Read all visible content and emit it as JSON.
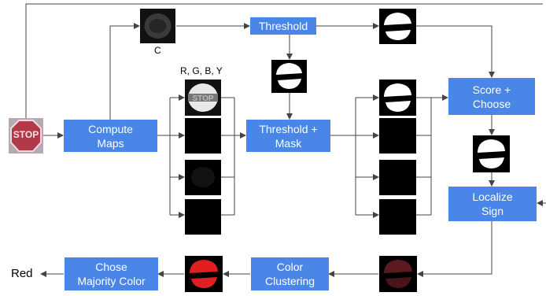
{
  "diagram": {
    "c_label": "C",
    "rgby_label": "R, G, B, Y",
    "output_label": "Red",
    "boxes": {
      "compute_maps": [
        "Compute",
        "Maps"
      ],
      "threshold": [
        "Threshold"
      ],
      "threshold_mask": [
        "Threshold +",
        "Mask"
      ],
      "score_choose": [
        "Score +",
        "Choose"
      ],
      "localize_sign": [
        "Localize",
        "Sign"
      ],
      "color_clustering": [
        "Color",
        "Clustering"
      ],
      "majority_color": [
        "Chose",
        "Majority Color"
      ]
    },
    "input_image_text": "STOP",
    "colors": {
      "box_fill": "#4a86e8",
      "box_text": "#ffffff",
      "arrow": "#444444",
      "stop_sign": "#b23a48",
      "mask_red": "#e02020",
      "dim_red": "#5a1a20"
    }
  }
}
